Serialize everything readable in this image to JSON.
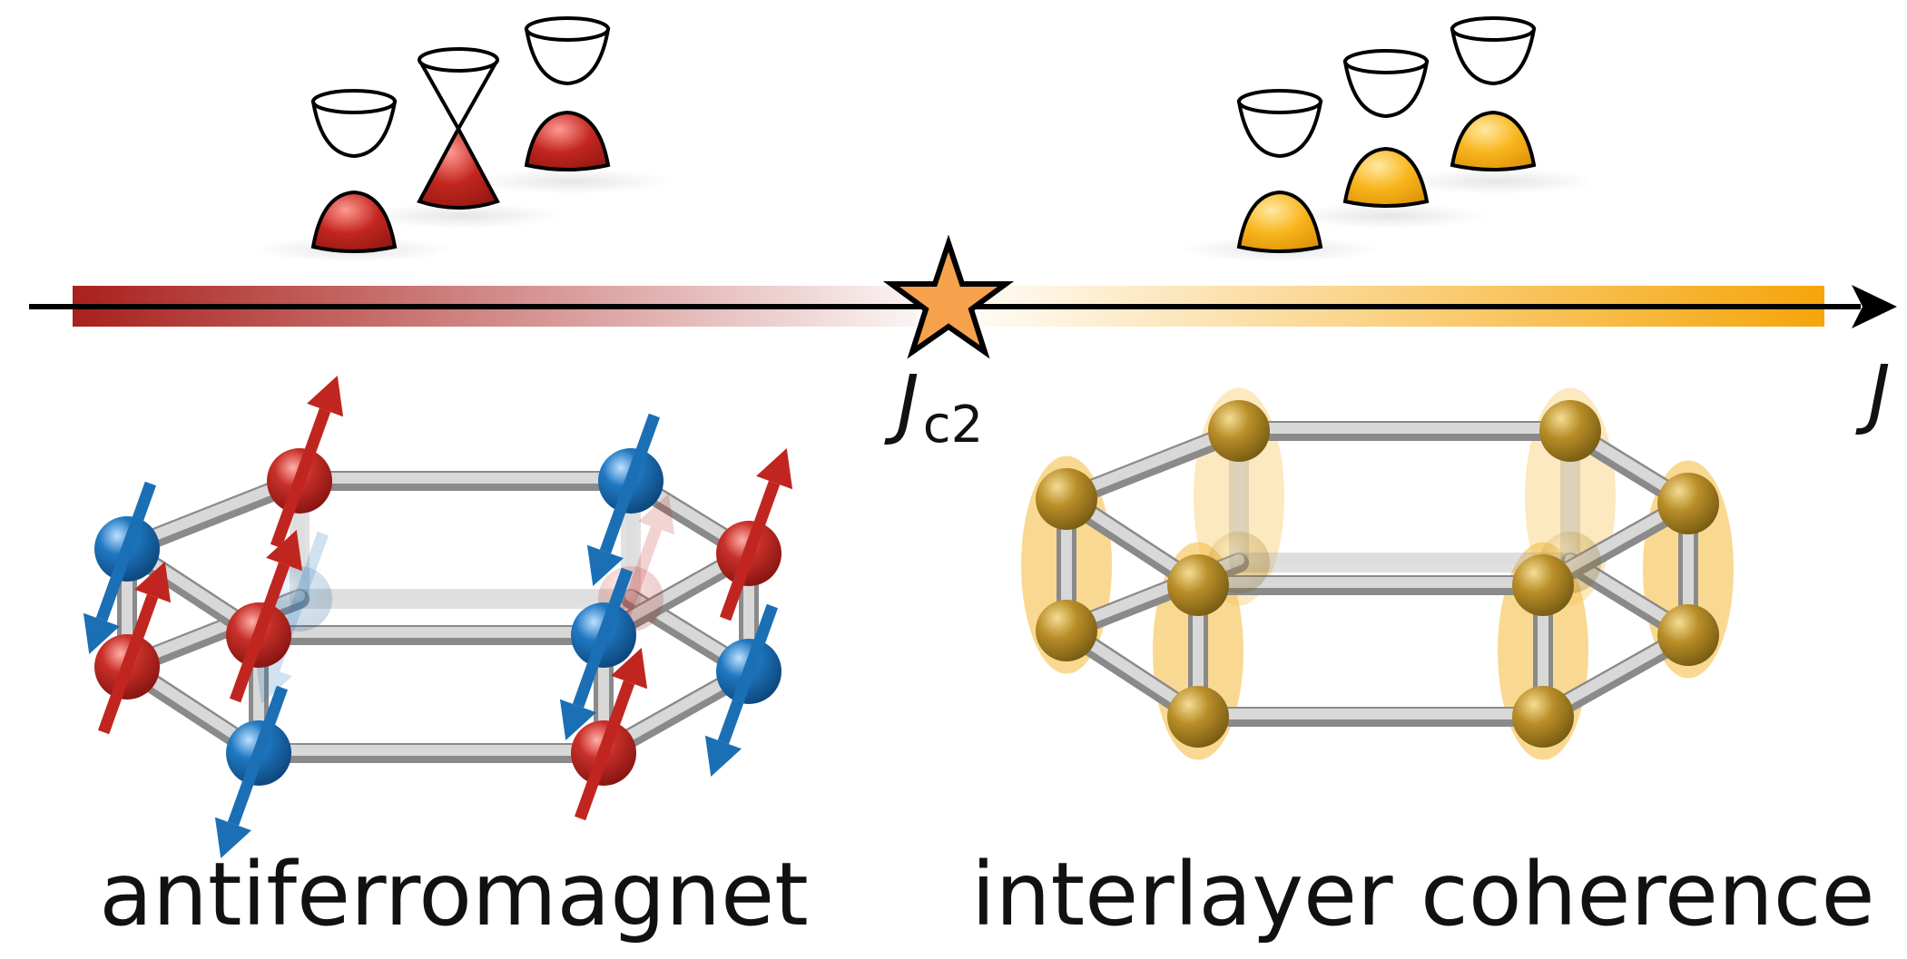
{
  "axis": {
    "variable": "J",
    "critical_label": "J",
    "critical_subscript": "c2"
  },
  "phases": {
    "left": {
      "label": "antiferromagnet",
      "color": "#b3241d"
    },
    "right": {
      "label": "interlayer coherence",
      "color": "#f5a80f"
    }
  },
  "colors": {
    "spin_up": "#c0261f",
    "spin_down": "#1b6fb5",
    "site_gold": "#b48a23",
    "halo": "#f5c04a",
    "star": "#f6a24c"
  }
}
